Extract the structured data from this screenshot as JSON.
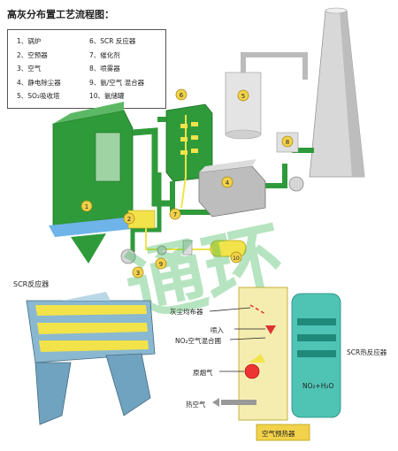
{
  "title": "高灰分布置工艺流程图：",
  "legend": {
    "left": [
      "1、锅炉",
      "2、空预器",
      "3、空气",
      "4、静电除尘器",
      "5、SO₂吸收塔"
    ],
    "right": [
      "6、SCR 反应器",
      "7、催化剂",
      "8、喷雾器",
      "9、氨/空气 混合器",
      "10、氨储罐"
    ]
  },
  "markers": [
    "1",
    "2",
    "3",
    "4",
    "5",
    "6",
    "7",
    "8",
    "9",
    "10"
  ],
  "watermark": "通环",
  "scr_section": {
    "title": "SCR反应器",
    "labels": {
      "ash": "灰尘均布器",
      "spray": "喷入",
      "nox_mix": "NO₂空气混合圃",
      "raw_gas": "原烟气",
      "reactor": "SCR热反应器",
      "product": "NO₂+H₂O",
      "hot_air": "热空气",
      "heater": "空气预热器"
    }
  },
  "colors": {
    "green": "#2f9a3a",
    "gray": "#c9c9c9",
    "yellow": "#f2e34a",
    "teal": "#2fb3a0",
    "pink": "#f29a9a"
  }
}
